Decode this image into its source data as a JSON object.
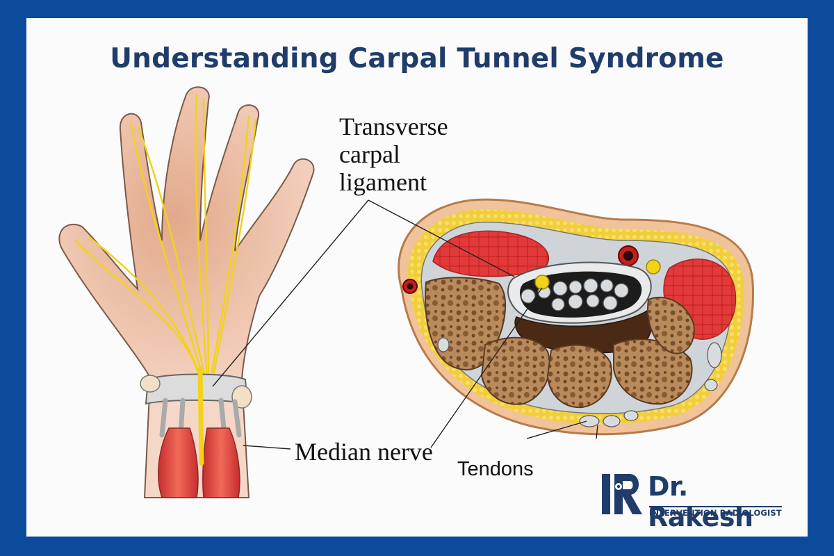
{
  "title": "Understanding Carpal Tunnel Syndrome",
  "labels": {
    "ligament": [
      "Transverse",
      "carpal",
      "ligament"
    ],
    "median_nerve": "Median nerve",
    "tendons": "Tendons"
  },
  "brand": {
    "name": "Dr. Rakesh",
    "subtitle": "INTERVENTION RADIOLOGIST",
    "color": "#1f3c6b"
  },
  "colors": {
    "border": "#0c4a9b",
    "nerve": "#f2d21b",
    "bone": "#b8895a",
    "muscle": "#e23a3a"
  }
}
